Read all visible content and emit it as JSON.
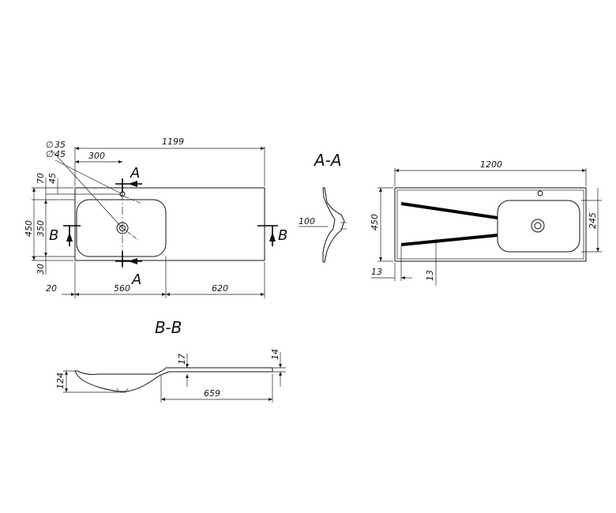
{
  "top_view": {
    "overall_length": "1199",
    "hole_small": "35",
    "hole_large": "45",
    "hole_offset_x": "300",
    "hole_offset_y": "45",
    "edge_offset": "70",
    "depth_total": "450",
    "depth_bowl": "350",
    "front_offset": "30",
    "left_offset": "20",
    "bowl_width": "560",
    "counter_width": "620",
    "diameter_symbol": "∅"
  },
  "sections": {
    "a_a": "A-A",
    "b_b": "B-B",
    "marker_a": "A",
    "marker_b": "B",
    "a_a_depth": "100"
  },
  "bottom_view": {
    "overall_length": "1200",
    "depth": "450",
    "bowl_depth": "245",
    "offset_x": "13",
    "offset_y": "13"
  },
  "profile_view": {
    "height": "124",
    "step": "17",
    "thickness": "14",
    "counter_length": "659"
  }
}
